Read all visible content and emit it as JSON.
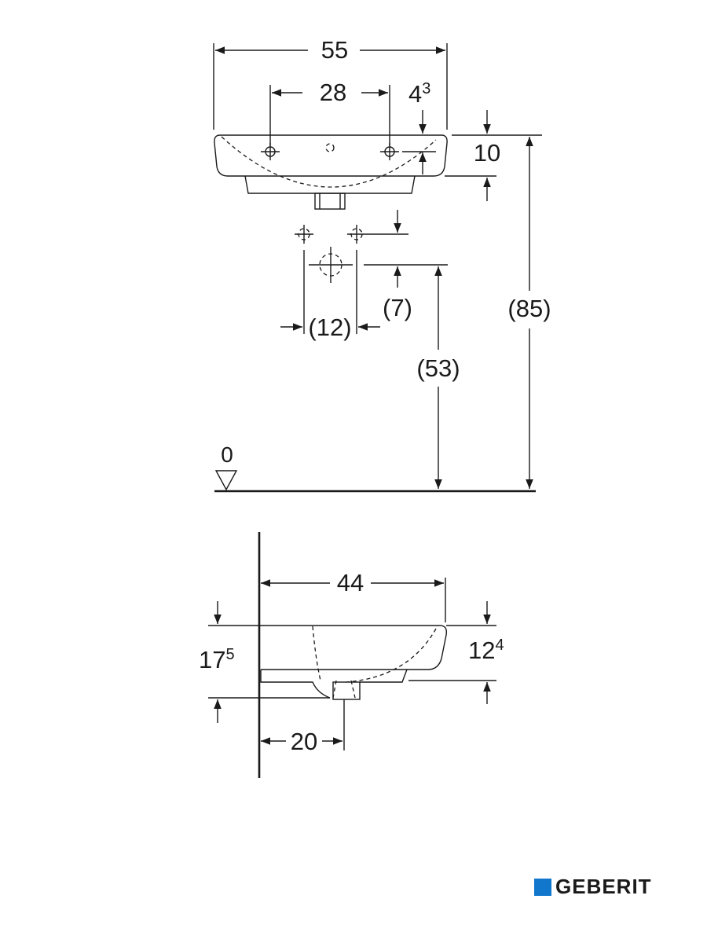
{
  "dimensions": {
    "overall_width": "55",
    "tap_hole_spacing": "28",
    "rim_offset": "4",
    "rim_offset_sup": "3",
    "rim_height": "10",
    "install_height": "(85)",
    "pipe_spacing": "(12)",
    "pipe_offset": "(7)",
    "drain_height": "(53)",
    "floor_level": "0",
    "depth": "44",
    "side_height": "17",
    "side_height_sup": "5",
    "bowl_height": "12",
    "bowl_height_sup": "4",
    "drain_distance": "20"
  },
  "brand": {
    "name": "GEBERIT",
    "color": "#1177cc"
  }
}
